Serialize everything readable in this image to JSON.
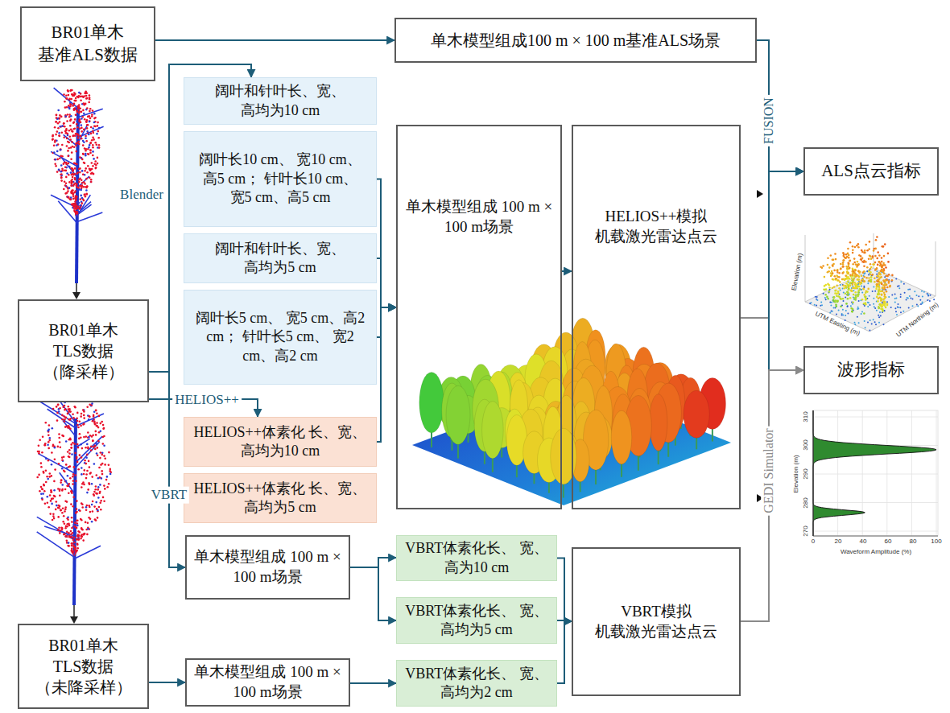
{
  "diagram": {
    "nodes": [
      {
        "text": [
          "BR01单木 基准ALS数据"
        ]
      },
      {
        "text": [
          "单木模型组成100 m × 100 m基准ALS场景"
        ]
      },
      {
        "text": [
          "阔叶和针叶长、宽、 高均为10 cm"
        ]
      },
      {
        "text": [
          "阔叶长10 cm、 宽10 cm、高5 cm； 针叶长10 cm、 宽5 cm、高5 cm"
        ]
      },
      {
        "text": [
          "阔叶和针叶长、宽、 高均为5 cm"
        ]
      },
      {
        "text": [
          "阔叶长5 cm、 宽5 cm、高2 cm； 针叶长5 cm、 宽2 cm、高2 cm"
        ]
      },
      {
        "text": [
          "HELIOS++体素化 长、宽、高均为10 cm"
        ]
      },
      {
        "text": [
          "HELIOS++体素化 长、宽、高均为5 cm"
        ]
      },
      {
        "text": [
          "单木模型组成 100 m × 100 m场景"
        ]
      },
      {
        "text": [
          "HELIOS++模拟 机载激光雷达点云"
        ]
      },
      {
        "text": [
          "ALS点云指标"
        ]
      },
      {
        "text": [
          "波形指标"
        ]
      },
      {
        "text": [
          "BR01单木 TLS数据 （降采样）"
        ]
      },
      {
        "text": [
          "单木模型组成 100 m × 100 m场景"
        ]
      },
      {
        "text": [
          "VBRT体素化长、 宽、高为10 cm"
        ]
      },
      {
        "text": [
          "VBRT体素化长、 宽、高均为5 cm"
        ]
      },
      {
        "text": [
          "VBRT体素化长、 宽、高均为2 cm"
        ]
      },
      {
        "text": [
          "VBRT模拟 机载激光雷达点云"
        ]
      },
      {
        "text": [
          "BR01单木 TLS数据 （未降采样）"
        ]
      },
      {
        "text": [
          "单木模型组成 100 m × 100 m场景"
        ]
      }
    ],
    "edges": [
      {
        "from": 0,
        "to": 1,
        "arrow": "to"
      },
      {
        "from": 1,
        "to": 10,
        "arrow": "to",
        "label": "FUSION"
      },
      {
        "from": 9,
        "to": 10,
        "arrow": "to"
      },
      {
        "from": 9,
        "to": 11,
        "arrow": "to",
        "label": "GEDI Simulator"
      },
      {
        "from": 17,
        "to": 10,
        "arrow": "to"
      },
      {
        "from": 17,
        "to": 11,
        "arrow": "to"
      },
      {
        "from": 12,
        "to": 2,
        "arrow": "to",
        "label": "Blender"
      },
      {
        "from": 12,
        "to": 6,
        "arrow": "to",
        "label": "HELIOS++"
      },
      {
        "from": 12,
        "to": 13,
        "arrow": "to",
        "label": "VBRT"
      },
      {
        "from": 3,
        "to": 8,
        "arrow": "to"
      },
      {
        "from": 4,
        "to": 8,
        "arrow": "to"
      },
      {
        "from": 5,
        "to": 8,
        "arrow": "to"
      },
      {
        "from": 6,
        "to": 8,
        "arrow": "to"
      },
      {
        "from": 8,
        "to": 9,
        "arrow": "to"
      },
      {
        "from": 13,
        "to": 14,
        "arrow": "to"
      },
      {
        "from": 13,
        "to": 15,
        "arrow": "to"
      },
      {
        "from": 14,
        "to": 17,
        "arrow": "to"
      },
      {
        "from": 15,
        "to": 17,
        "arrow": "to"
      },
      {
        "from": 16,
        "to": 17,
        "arrow": "to"
      },
      {
        "from": 18,
        "to": 19,
        "arrow": "to"
      },
      {
        "from": 19,
        "to": 16,
        "arrow": "to"
      }
    ],
    "labels": [
      "Elevation (m)",
      "UTM Easting (m)",
      "UTM Northing (m)",
      "310",
      "300",
      "290",
      "280",
      "270",
      "0",
      "20",
      "40",
      "60",
      "80",
      "100",
      "Elevation (m)",
      "Waveform Amplitude (%)"
    ]
  }
}
